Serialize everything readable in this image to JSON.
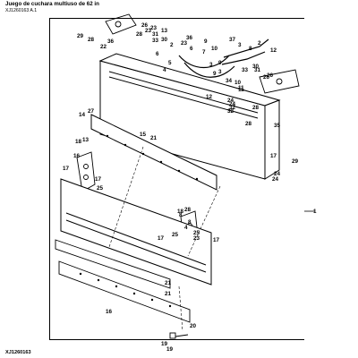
{
  "header": {
    "title": "Juego de cuchara multiuso de 62 in",
    "subtitle": "XJ1260163 A.1"
  },
  "footer": {
    "figure_id": "XJ1260163"
  },
  "callouts": [
    "29",
    "26",
    "23",
    "13",
    "36",
    "28",
    "22",
    "31",
    "33",
    "30",
    "36",
    "9",
    "10",
    "37",
    "3",
    "8",
    "12",
    "6",
    "7",
    "6",
    "5",
    "4",
    "24",
    "32",
    "11",
    "3",
    "33",
    "24",
    "3",
    "25",
    "1",
    "17",
    "9",
    "23",
    "34",
    "10",
    "26",
    "28",
    "11",
    "2",
    "31",
    "28",
    "12",
    "24",
    "32",
    "28",
    "35",
    "14",
    "27",
    "13",
    "15",
    "21",
    "18",
    "16",
    "17",
    "17",
    "25",
    "29",
    "24",
    "8",
    "8",
    "26",
    "23",
    "28",
    "4",
    "17",
    "21",
    "21",
    "16",
    "20",
    "19",
    "18",
    "25",
    "23",
    "9",
    "30",
    "2",
    "17",
    "19"
  ]
}
